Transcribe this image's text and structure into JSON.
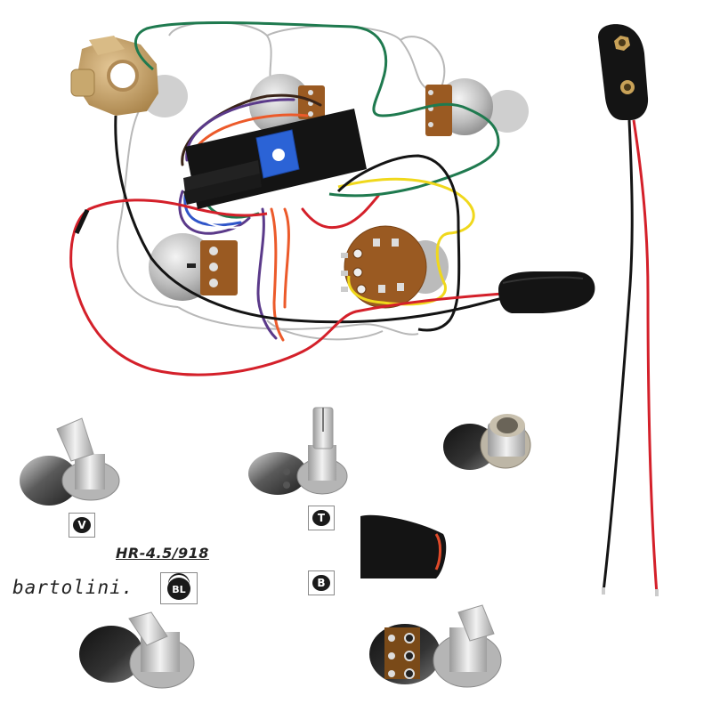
{
  "product": {
    "brand": "bartolini.",
    "model": "HR-4.5/918",
    "brand_logo": "BL"
  },
  "labels": [
    {
      "id": "volume",
      "letter": "V"
    },
    {
      "id": "treble",
      "letter": "T"
    },
    {
      "id": "bass",
      "letter": "B"
    }
  ],
  "colors": {
    "background": "#ffffff",
    "wire_red": "#d4202a",
    "wire_black": "#141414",
    "wire_green": "#1f7a4f",
    "wire_yellow": "#f0d81c",
    "wire_orange": "#ec5a2a",
    "wire_purple": "#5b3a8a",
    "wire_blue": "#2f55c9",
    "wire_silver": "#b8b8b8",
    "preamp_body": "#141414",
    "trimpot_blue": "#2b63d6",
    "pot_brown": "#9a5a22",
    "metal": "#c9c9c9",
    "brass": "#c9a46a"
  },
  "components": [
    {
      "name": "output-jack-wired",
      "icon": "jack-icon"
    },
    {
      "name": "preamp-module",
      "icon": "preamp-icon"
    },
    {
      "name": "trim-pot",
      "icon": "trimpot-icon"
    },
    {
      "name": "pot-treble-wired",
      "icon": "potentiometer-icon"
    },
    {
      "name": "pot-volume-wired",
      "icon": "potentiometer-icon"
    },
    {
      "name": "pot-bass-wired",
      "icon": "potentiometer-icon"
    },
    {
      "name": "pot-blend-wired",
      "icon": "potentiometer-icon"
    },
    {
      "name": "battery-clip-wired",
      "icon": "battery-clip-icon"
    },
    {
      "name": "battery-clip-loose",
      "icon": "battery-clip-icon"
    },
    {
      "name": "pot-volume-loose",
      "icon": "potentiometer-icon"
    },
    {
      "name": "pot-treble-loose",
      "icon": "potentiometer-icon"
    },
    {
      "name": "jack-loose",
      "icon": "jack-icon"
    },
    {
      "name": "pot-blend-loose",
      "icon": "potentiometer-icon"
    },
    {
      "name": "pot-bass-loose",
      "icon": "potentiometer-icon"
    }
  ]
}
